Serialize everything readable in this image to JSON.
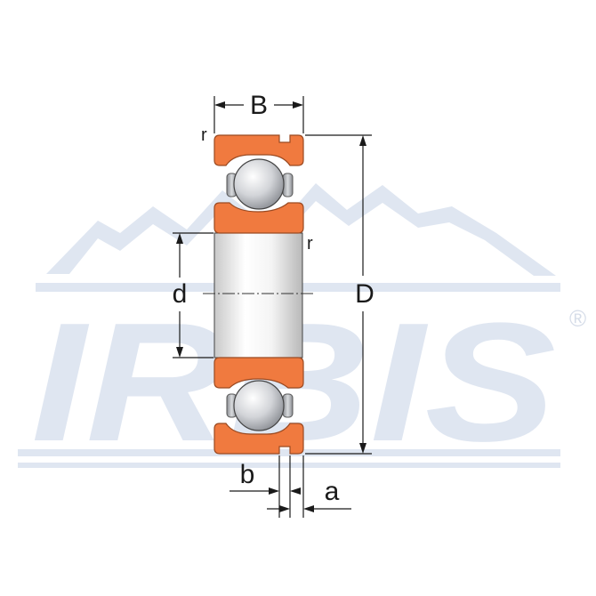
{
  "watermark": {
    "brand": "IRBIS",
    "registered": "®"
  },
  "labels": {
    "width": "B",
    "outer_diameter": "D",
    "bore_diameter": "d",
    "radius_top_left": "r",
    "radius_inner": "r",
    "b": "b",
    "a": "a"
  },
  "colors": {
    "ring_fill": "#f07a3f",
    "ring_stroke": "#9a4a22",
    "watermark": "#dfe6f1",
    "line": "#1a1a1a"
  }
}
